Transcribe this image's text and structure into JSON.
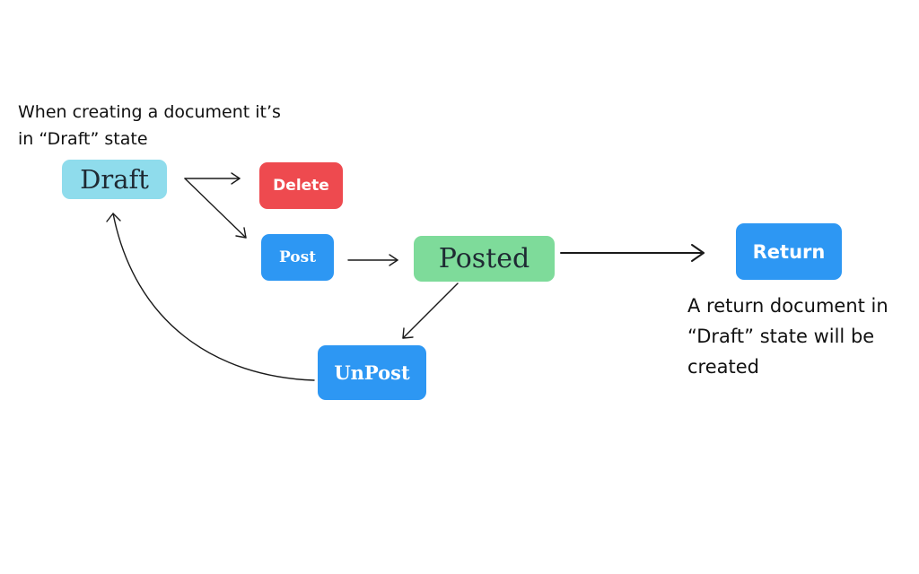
{
  "notes": {
    "draft_line1": "When creating a document it’s",
    "draft_line2": "in “Draft” state",
    "return_line1": "A return document in",
    "return_line2": "“Draft” state will be",
    "return_line3": "created"
  },
  "nodes": {
    "draft": "Draft",
    "delete": "Delete",
    "post": "Post",
    "posted": "Posted",
    "return": "Return",
    "unpost": "UnPost"
  },
  "colors": {
    "draft": "#8fdcec",
    "delete": "#ee4a4f",
    "post": "#2d97f3",
    "posted": "#7edb9a",
    "return": "#2d97f3",
    "unpost": "#2d97f3"
  }
}
